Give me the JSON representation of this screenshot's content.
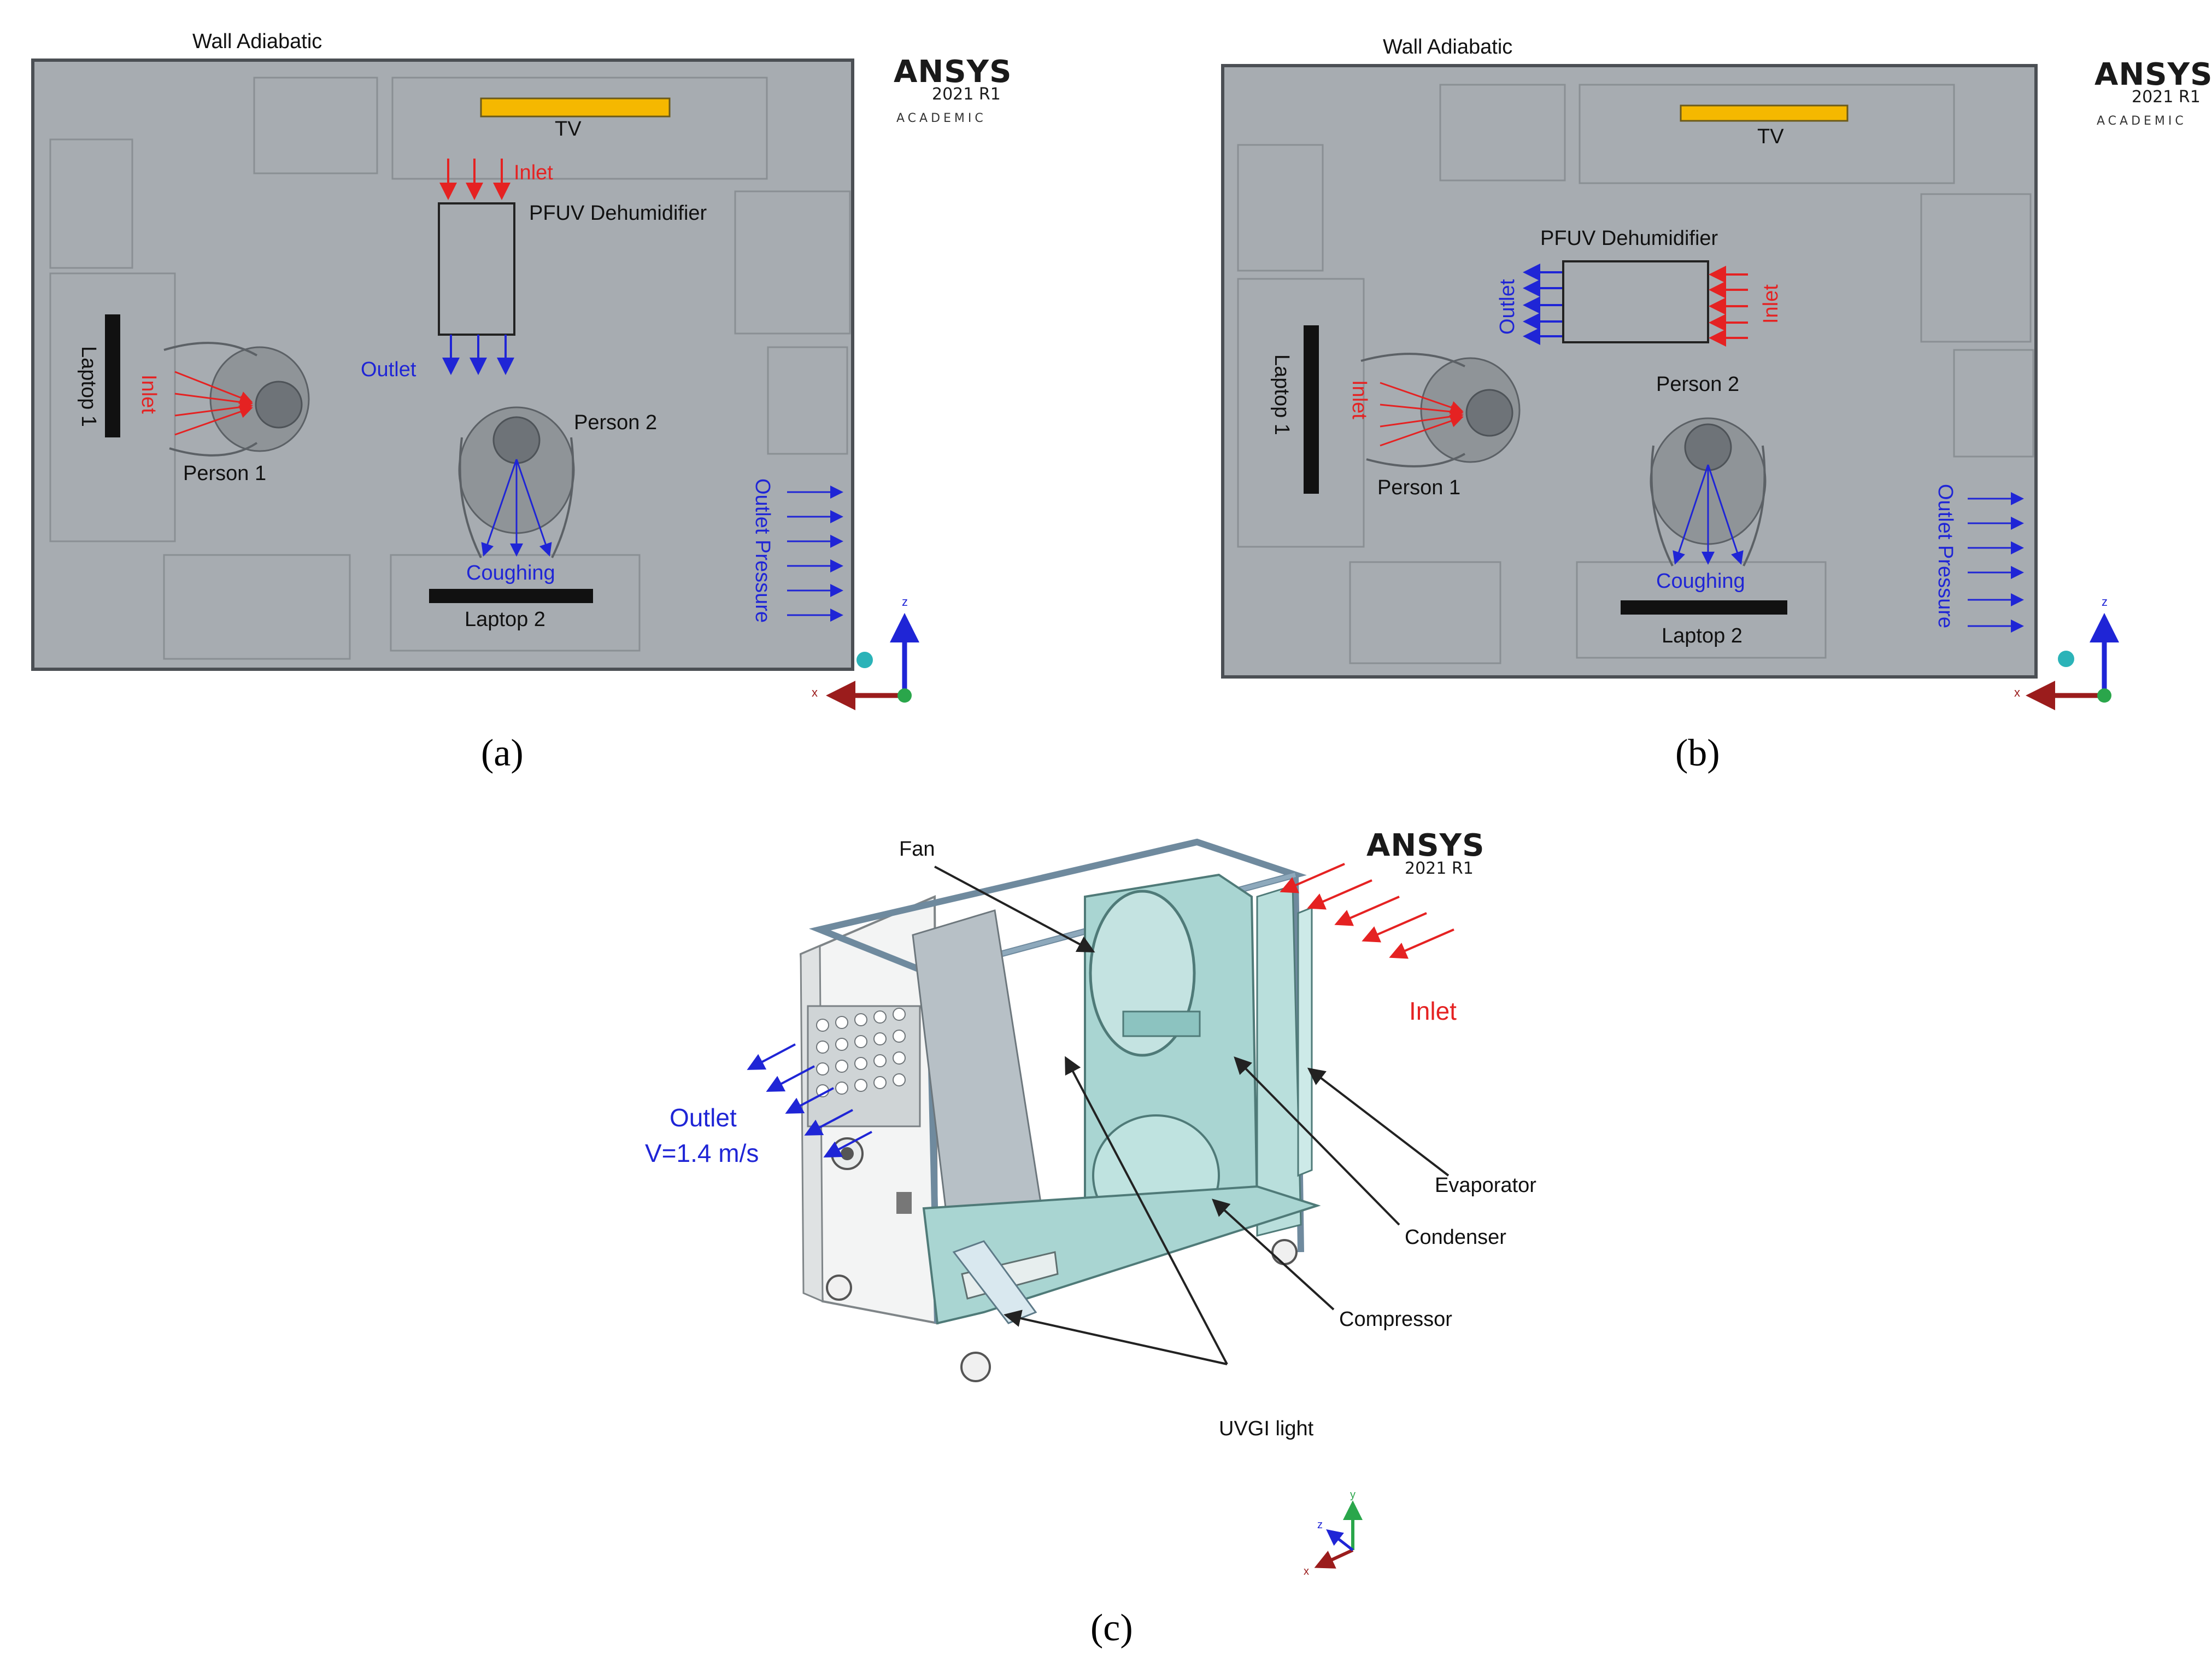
{
  "colors": {
    "room_fill": "#a7acb1",
    "room_border": "#4b4f54",
    "tv": "#f5b800",
    "inlet": "#e52222",
    "outlet": "#1f25d6",
    "machine": "#a9d5d2",
    "axis_z": "#1f25d6",
    "axis_x": "#9b1c1c",
    "axis_y": "#2aa64b"
  },
  "panel_a": {
    "caption": "(a)",
    "wall_label": "Wall Adiabatic",
    "tv": "TV",
    "inlet": "Inlet",
    "dehumidifier": "PFUV Dehumidifier",
    "outlet": "Outlet",
    "person1_inlet": "Inlet",
    "laptop1": "Laptop 1",
    "person1": "Person 1",
    "person2": "Person 2",
    "coughing": "Coughing",
    "laptop2": "Laptop 2",
    "outlet_pressure": "Outlet Pressure",
    "ansys": "ANSYS",
    "ansys_version": "2021 R1",
    "ansys_edition": "ACADEMIC",
    "axis_z": "z",
    "axis_x": "x"
  },
  "panel_b": {
    "caption": "(b)",
    "wall_label": "Wall Adiabatic",
    "tv": "TV",
    "dehumidifier": "PFUV Dehumidifier",
    "outlet": "Outlet",
    "inlet": "Inlet",
    "person1_inlet": "Inlet",
    "laptop1": "Laptop 1",
    "person1": "Person 1",
    "person2": "Person 2",
    "coughing": "Coughing",
    "laptop2": "Laptop 2",
    "outlet_pressure": "Outlet Pressure",
    "ansys": "ANSYS",
    "ansys_version": "2021 R1",
    "ansys_edition": "ACADEMIC",
    "axis_z": "z",
    "axis_x": "x"
  },
  "panel_c": {
    "caption": "(c)",
    "fan": "Fan",
    "inlet": "Inlet",
    "outlet": "Outlet",
    "outlet_velocity": "V=1.4 m/s",
    "evaporator": "Evaporator",
    "condenser": "Condenser",
    "compressor": "Compressor",
    "uvgi": "UVGI light",
    "ansys": "ANSYS",
    "ansys_version": "2021 R1",
    "axis_x": "x",
    "axis_y": "y",
    "axis_z": "z"
  }
}
